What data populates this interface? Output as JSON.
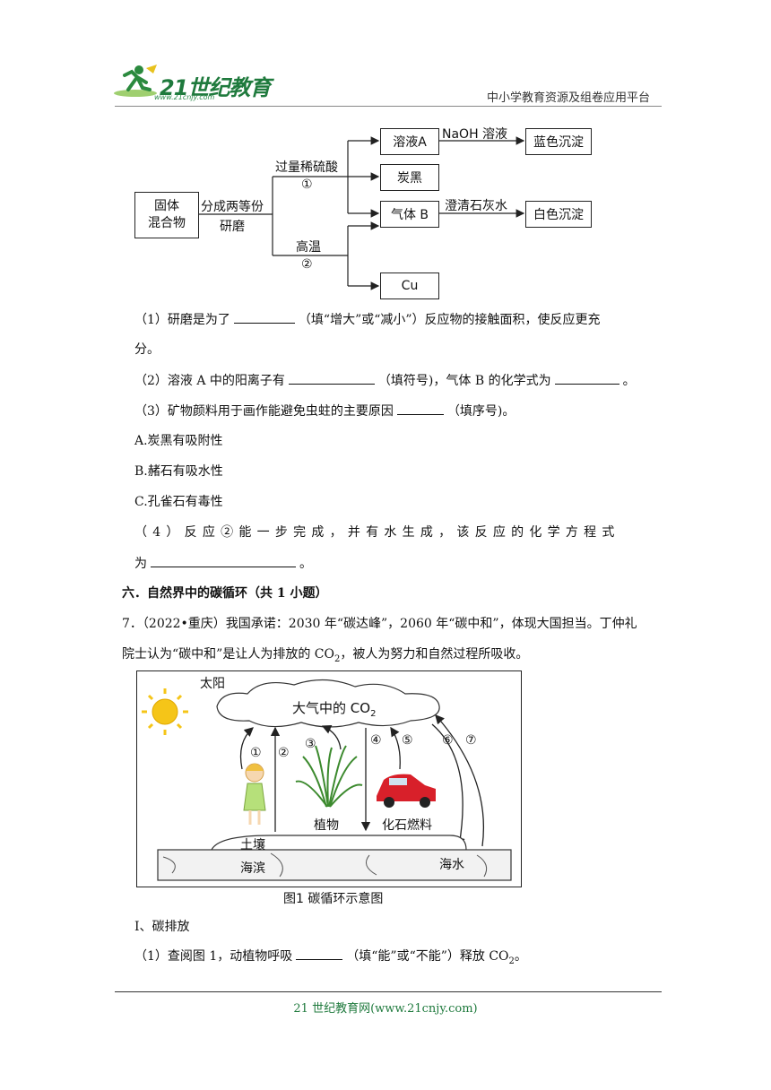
{
  "header": {
    "logo_text": "21世纪教育",
    "logo_url": "www.21cnjy.com",
    "right_text": "中小学教育资源及组卷应用平台"
  },
  "flow": {
    "solid": "固体",
    "mixture": "混合物",
    "split": "分成两等份",
    "grind": "研磨",
    "acid": "过量稀硫酸",
    "step1": "①",
    "heat": "高温",
    "step2": "②",
    "solA": "溶液A",
    "naoh": "NaOH 溶液",
    "blue": "蓝色沉淀",
    "carbon": "炭黑",
    "gasB": "气体 B",
    "limewater": "澄清石灰水",
    "white": "白色沉淀",
    "cu": "Cu"
  },
  "questions": {
    "q1a": "（1）研磨是为了",
    "q1b": "（填“增大”或“减小”）反应物的接触面积，使反应更充",
    "q1c": "分。",
    "q2a": "（2）溶液 A 中的阳离子有",
    "q2b": "（填符号)，气体 B 的化学式为",
    "q2c": "。",
    "q3a": "（3）矿物颜料用于画作能避免虫蛀的主要原因",
    "q3b": "（填序号)。",
    "optA": "A.炭黑有吸附性",
    "optB": "B.赭石有吸水性",
    "optC": "C.孔雀石有毒性",
    "q4a": "（ 4 ） 反 应 ② 能 一 步 完 成 ， 并 有 水 生 成 ， 该 反 应 的 化 学 方 程 式",
    "q4b": "为",
    "q4c": "。"
  },
  "section6": "六．自然界中的碳循环（共 1 小题）",
  "q7": {
    "line1": "7．（2022•重庆）我国承诺：2030 年“碳达峰”，2060 年“碳中和”，体现大国担当。丁仲礼",
    "line2a": "院士认为“碳中和”是让人为排放的 CO",
    "line2sub": "2",
    "line2b": "，被人为努力和自然过程所吸收。"
  },
  "figure": {
    "sun": "太阳",
    "atmo": "大气中的 CO",
    "atmo_sub": "2",
    "n1": "①",
    "n2": "②",
    "n3": "③",
    "n4": "④",
    "n5": "⑤",
    "n6": "⑥",
    "n7": "⑦",
    "plant": "植物",
    "fossil": "化石燃料",
    "soil": "土壤",
    "shore": "海滨",
    "sea": "海水",
    "caption": "图1 碳循环示意图"
  },
  "part1": "Ⅰ、碳排放",
  "q7_1a": "（1）查阅图 1，动植物呼吸",
  "q7_1b": "（填“能”或“不能”）释放 CO",
  "q7_1sub": "2",
  "q7_1c": "。",
  "footer": "21 世纪教育网(www.21cnjy.com)"
}
